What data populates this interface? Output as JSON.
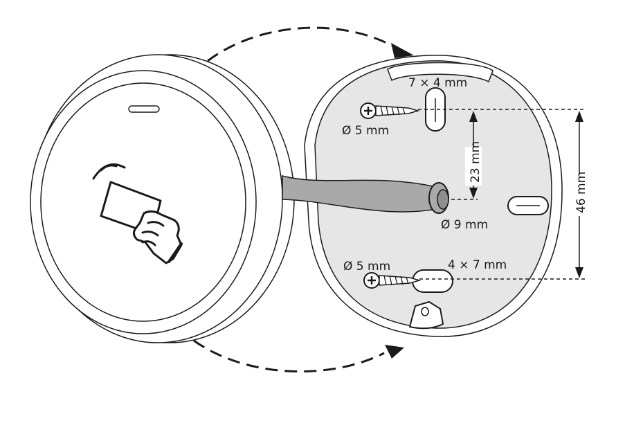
{
  "labels": {
    "top_slot": "7 × 4 mm",
    "top_screw": "Ø 5 mm",
    "vertical_short": "23 mm",
    "cable_hole": "Ø 9 mm",
    "vertical_long": "46 mm",
    "bottom_screw": "Ø 5 mm",
    "bottom_slot": "4 × 7 mm"
  },
  "icons": {
    "reader_icon": "card-in-hand-contactless-icon",
    "screws": "screw-icon",
    "rotation": "curved-arrow-icon"
  },
  "colors": {
    "stroke": "#1a1a1a",
    "backplate_fill": "#e6e6e6",
    "cable_fill": "#a9a9a9"
  }
}
